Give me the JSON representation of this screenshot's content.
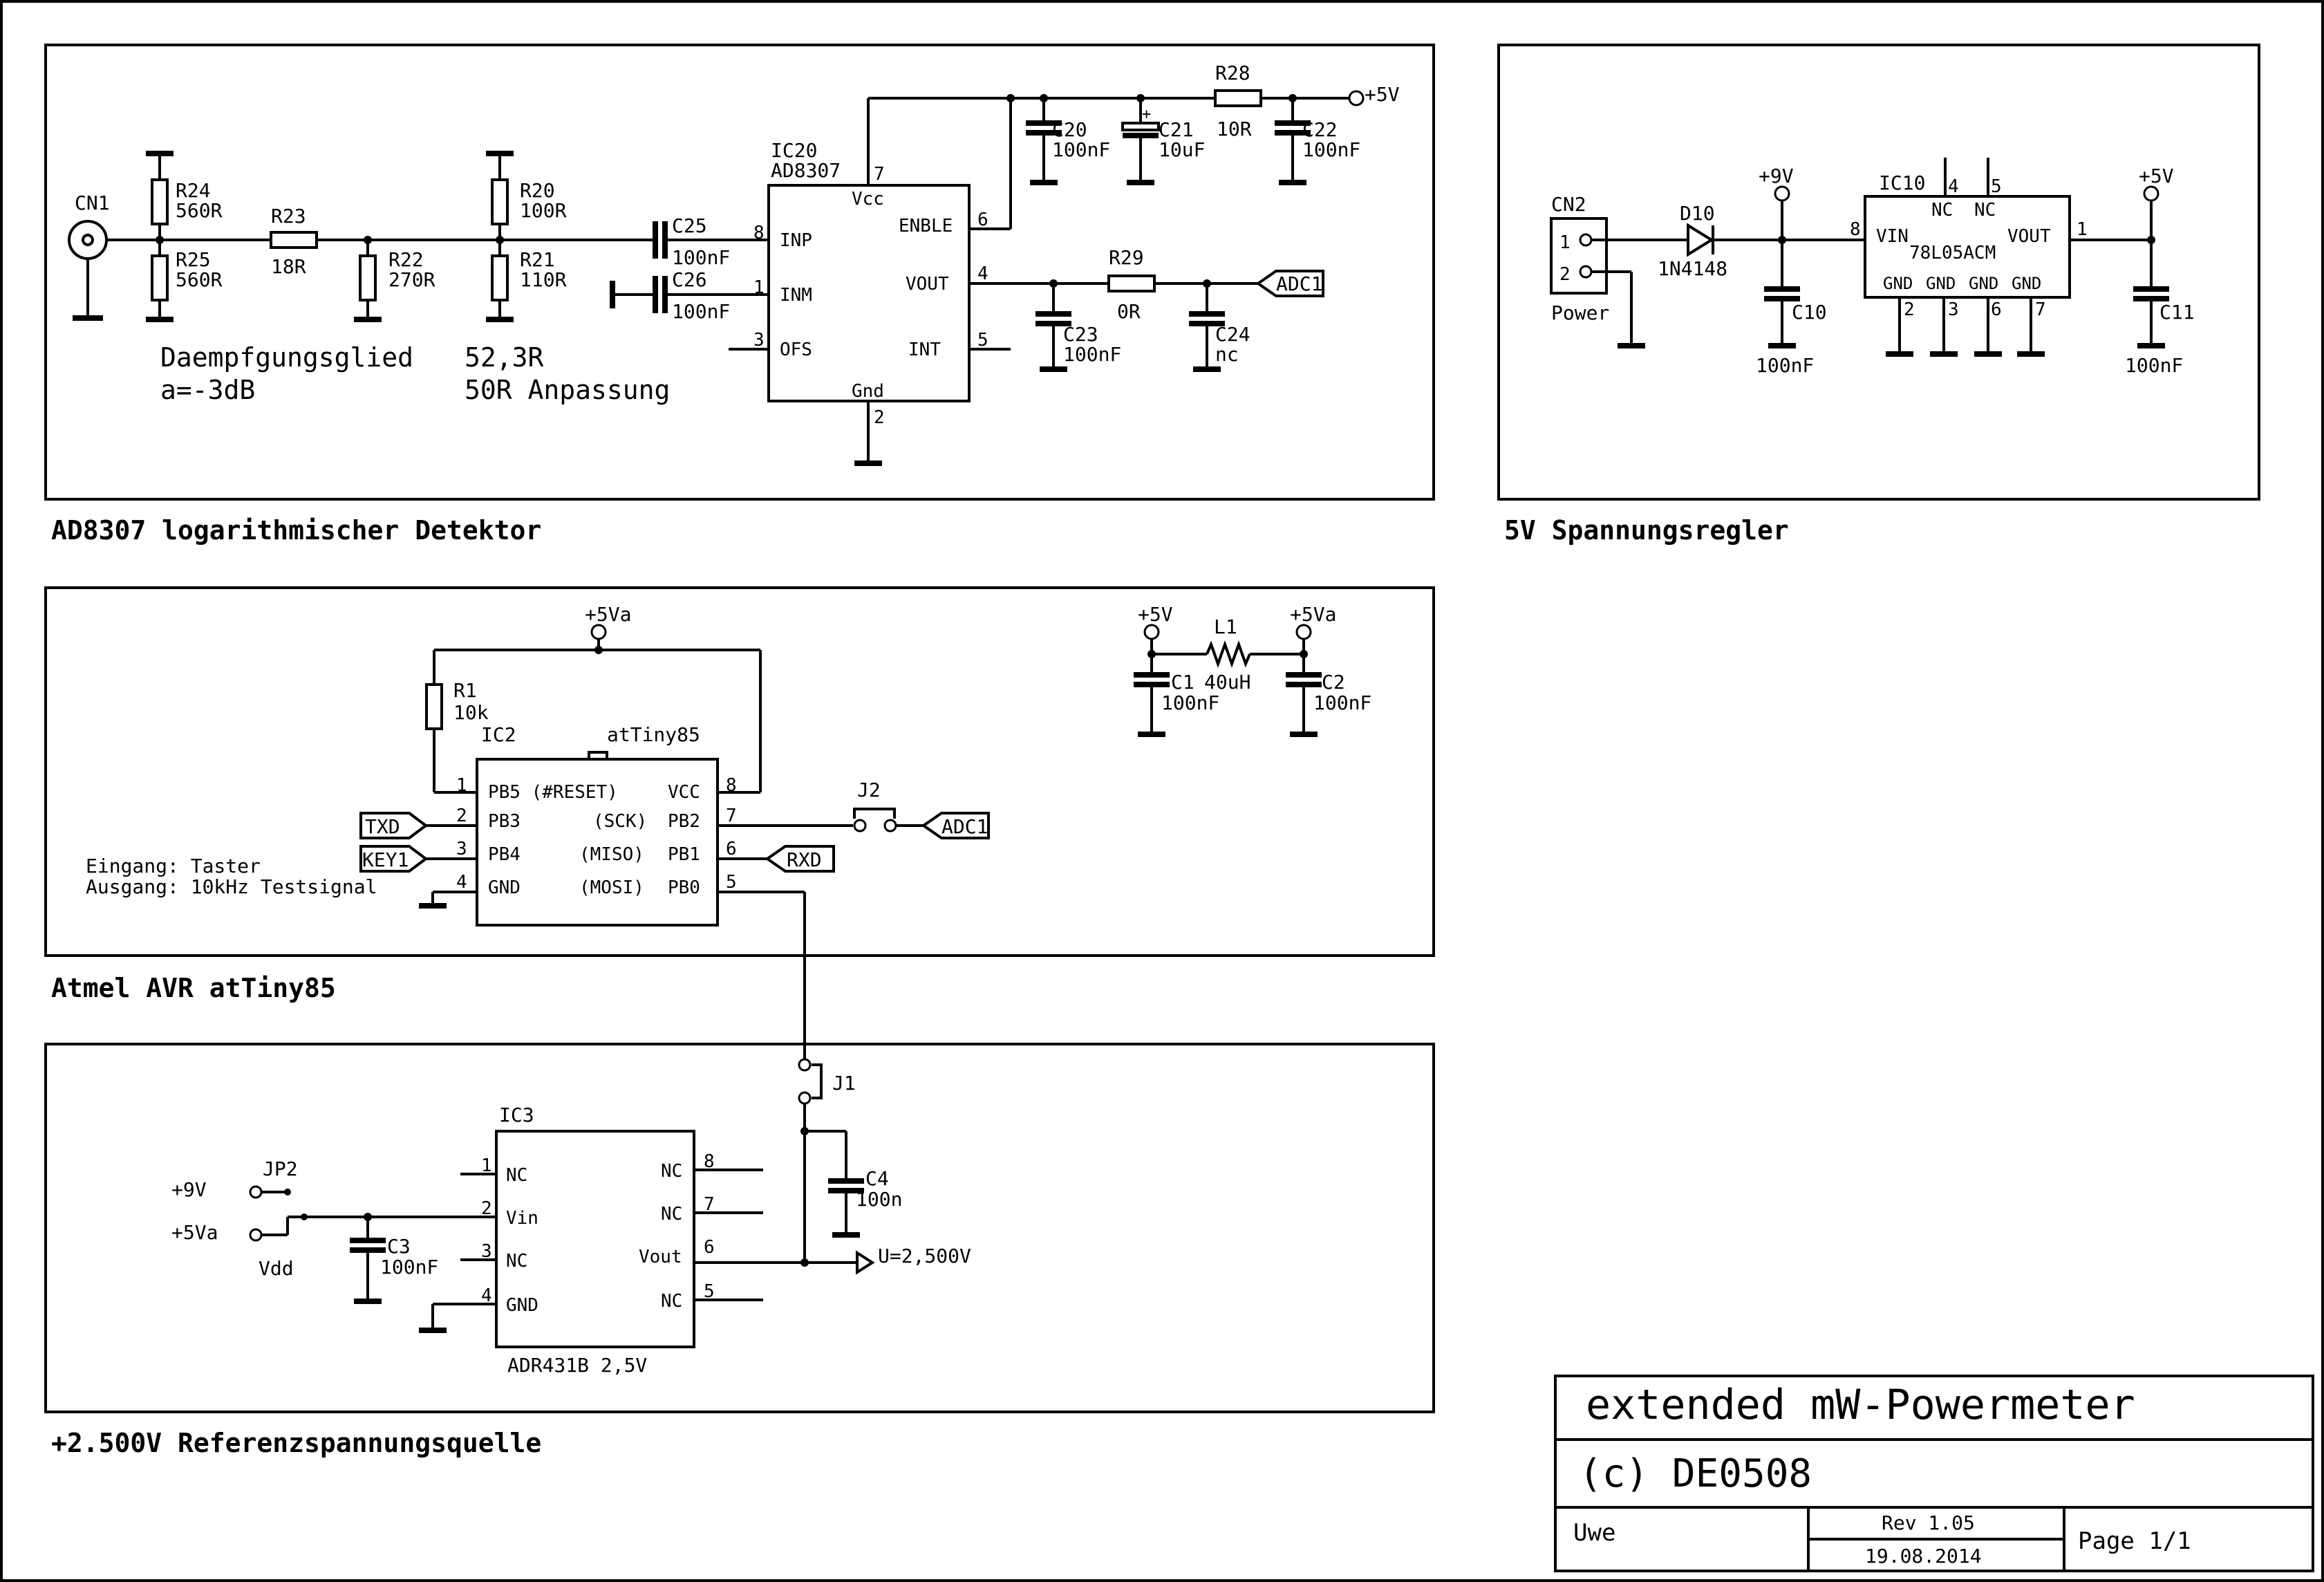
{
  "sections": {
    "ad8307": "AD8307 logarithmischer Detektor",
    "regler": "5V Spannungsregler",
    "avr": "Atmel AVR atTiny85",
    "ref": "+2.500V Referenzspannungsquelle"
  },
  "title_block": {
    "title": "extended mW-Powermeter",
    "copyright": "(c) DE0508",
    "author": "Uwe",
    "revision": "Rev 1.05",
    "date": "19.08.2014",
    "page": "Page 1/1"
  },
  "det": {
    "cn1": "CN1",
    "r24": "R24",
    "r24v": "560R",
    "r25": "R25",
    "r25v": "560R",
    "r23": "R23",
    "r23v": "18R",
    "r22": "R22",
    "r22v": "270R",
    "r20": "R20",
    "r20v": "100R",
    "r21": "R21",
    "r21v": "110R",
    "note1a": "Daempfgungsglied",
    "note1b": "a=-3dB",
    "note2a": "52,3R",
    "note2b": "50R Anpassung",
    "c25": "C25",
    "c25v": "100nF",
    "c26": "C26",
    "c26v": "100nF",
    "ic20": "IC20",
    "ic20t": "AD8307",
    "vcc": "Vcc",
    "inp": "INP",
    "inm": "INM",
    "ofs": "OFS",
    "gnd": "Gnd",
    "enble": "ENBLE",
    "vout": "VOUT",
    "int": "INT",
    "p1": "1",
    "p2": "2",
    "p3": "3",
    "p4": "4",
    "p5": "5",
    "p6": "6",
    "p7": "7",
    "p8": "8",
    "c20": "C20",
    "c20v": "100nF",
    "c21": "C21",
    "c21v": "10uF",
    "r28": "R28",
    "r28v": "10R",
    "c22": "C22",
    "c22v": "100nF",
    "p5v": "+5V",
    "r29": "R29",
    "r29v": "0R",
    "c23": "C23",
    "c23v": "100nF",
    "c24": "C24",
    "c24v": "nc",
    "adc1": "ADC1"
  },
  "reg": {
    "cn2": "CN2",
    "pin1": "1",
    "pin2": "2",
    "power": "Power",
    "d10": "D10",
    "d10v": "1N4148",
    "p9v": "+9V",
    "c10": "C10",
    "c10v": "100nF",
    "ic10": "IC10",
    "ic10t": "78L05ACM",
    "vin": "VIN",
    "vout": "VOUT",
    "nc": "NC",
    "gnd": "GND",
    "p1": "1",
    "p2": "2",
    "p3": "3",
    "p4": "4",
    "p5": "5",
    "p6": "6",
    "p7": "7",
    "p8": "8",
    "p5v": "+5V",
    "c11": "C11",
    "c11v": "100nF"
  },
  "avr": {
    "p5va": "+5Va",
    "r1": "R1",
    "r1v": "10k",
    "ic2": "IC2",
    "ic2t": "atTiny85",
    "pb5": "PB5 (#RESET)",
    "vcc": "VCC",
    "pb3": "PB3",
    "sck": "(SCK)",
    "pb2": "PB2",
    "pb4": "PB4",
    "miso": "(MISO)",
    "pb1": "PB1",
    "gnd": "GND",
    "mosi": "(MOSI)",
    "pb0": "PB0",
    "p1": "1",
    "p2": "2",
    "p3": "3",
    "p4": "4",
    "p5": "5",
    "p6": "6",
    "p7": "7",
    "p8": "8",
    "txd": "TXD",
    "key1": "KEY1",
    "rxd": "RXD",
    "adc1": "ADC1",
    "j2": "J2",
    "note1": "Eingang: Taster",
    "note2": "Ausgang: 10kHz Testsignal",
    "p5v": "+5V",
    "l1": "L1",
    "l1v": "40uH",
    "c1": "C1",
    "c1v": "100nF",
    "c2": "C2",
    "c2v": "100nF"
  },
  "ref": {
    "j1": "J1",
    "c4": "C4",
    "c4v": "100n",
    "ic3": "IC3",
    "ic3t": "ADR431B 2,5V",
    "nc": "NC",
    "vin": "Vin",
    "gnd": "GND",
    "vout": "Vout",
    "p1": "1",
    "p2": "2",
    "p3": "3",
    "p4": "4",
    "p5": "5",
    "p6": "6",
    "p7": "7",
    "p8": "8",
    "uout": "U=2,500V",
    "jp2": "JP2",
    "p9v": "+9V",
    "p5va": "+5Va",
    "vdd": "Vdd",
    "c3": "C3",
    "c3v": "100nF"
  }
}
